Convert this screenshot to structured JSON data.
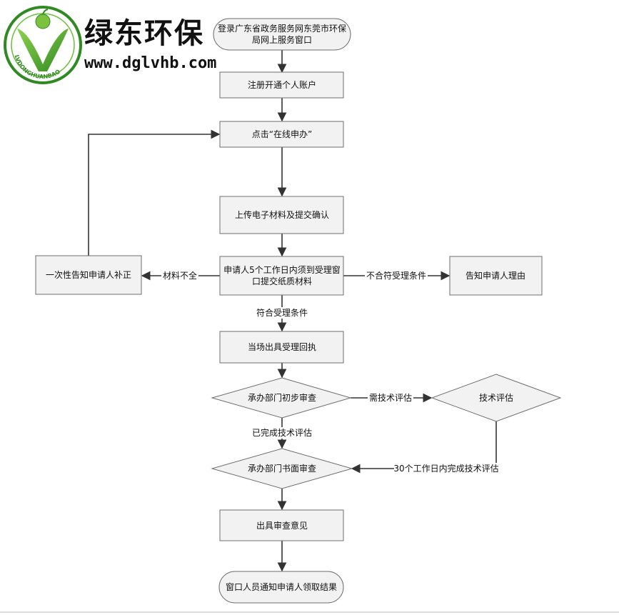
{
  "logo": {
    "title": "绿东环保",
    "url": "www.dglvhb.com",
    "ring_text": "LVDONGHUANBAO",
    "colors": {
      "green": "#3f9a2e",
      "dark_green": "#1f6e1f"
    }
  },
  "nodes": {
    "start_line1": "登录广东省政务服务网东莞市环保",
    "start_line2": "局网上服务窗口",
    "register": "注册开通个人账户",
    "click_online": "点击“在线申办”",
    "upload": "上传电子材料及提交确认",
    "submit_line1": "申请人5个工作日内须到受理窗",
    "submit_line2": "口提交纸质材料",
    "notify_fix": "一次性告知申请人补正",
    "notify_reason": "告知申请人理由",
    "receipt": "当场出具受理回执",
    "initial_review": "承办部门初步审查",
    "tech_eval": "技术评估",
    "written_review": "承办部门书面审查",
    "opinion": "出具审查意见",
    "end": "窗口人员通知申请人领取结果"
  },
  "edges": {
    "incomplete": "材料不全",
    "not_qualified": "不合符受理条件",
    "qualified": "符合受理条件",
    "need_tech": "需技术评估",
    "tech_done": "已完成技术评估",
    "tech_30days": "30个工作日内完成技术评估"
  }
}
